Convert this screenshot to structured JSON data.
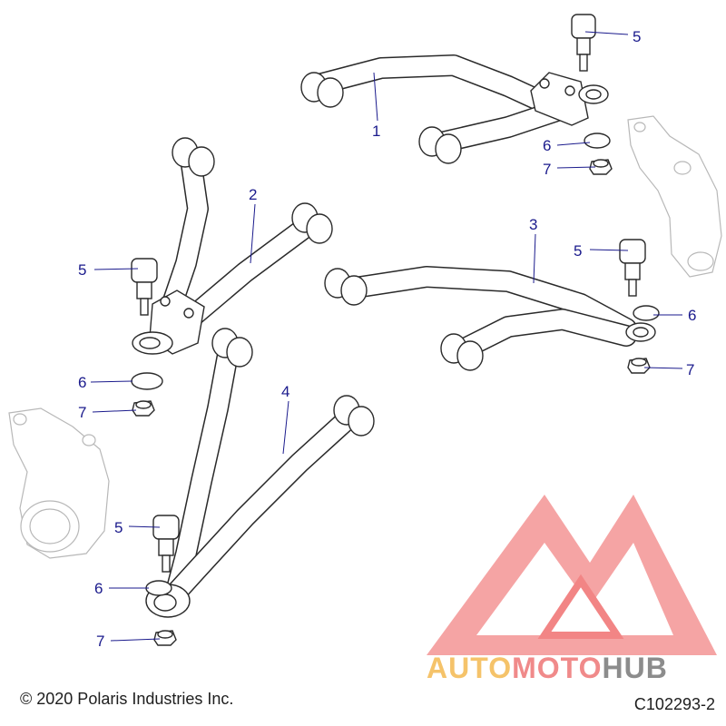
{
  "diagram": {
    "callouts": [
      {
        "id": "c1",
        "label": "1"
      },
      {
        "id": "c2",
        "label": "2"
      },
      {
        "id": "c3",
        "label": "3"
      },
      {
        "id": "c4",
        "label": "4"
      },
      {
        "id": "c5a",
        "label": "5"
      },
      {
        "id": "c5b",
        "label": "5"
      },
      {
        "id": "c5c",
        "label": "5"
      },
      {
        "id": "c5d",
        "label": "5"
      },
      {
        "id": "c6a",
        "label": "6"
      },
      {
        "id": "c6b",
        "label": "6"
      },
      {
        "id": "c6c",
        "label": "6"
      },
      {
        "id": "c6d",
        "label": "6"
      },
      {
        "id": "c7a",
        "label": "7"
      },
      {
        "id": "c7b",
        "label": "7"
      },
      {
        "id": "c7c",
        "label": "7"
      },
      {
        "id": "c7d",
        "label": "7"
      }
    ],
    "copyright": "© 2020 Polaris Industries Inc.",
    "figure_code": "C102293-2"
  },
  "watermark": {
    "part1": "AUTO",
    "part2": "MOTO",
    "part3": "HUB",
    "colors": {
      "part1": "#f5c36a",
      "part2": "#f08a8a",
      "part3": "#8c8c8c",
      "logo": "#f07070"
    }
  }
}
